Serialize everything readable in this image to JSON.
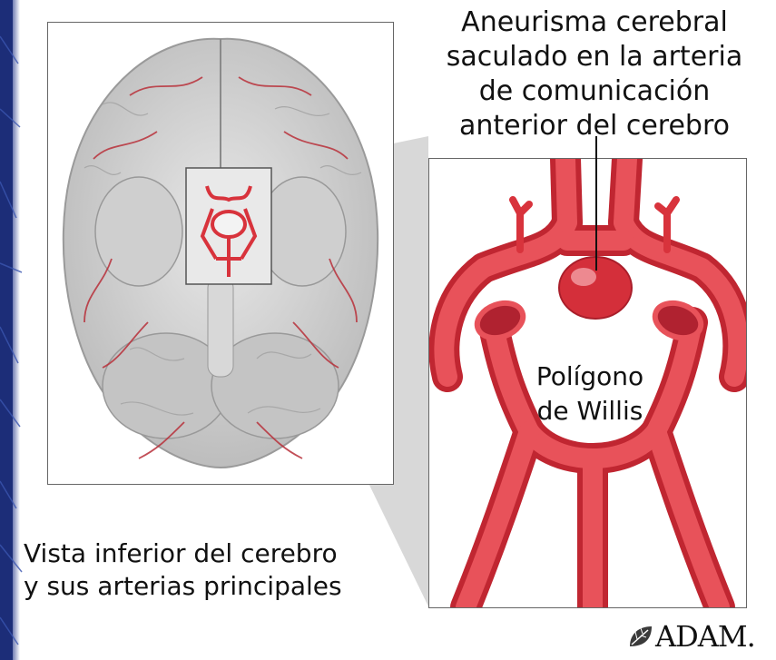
{
  "headline": {
    "line1": "Aneurisma cerebral",
    "line2": "saculado en la arteria",
    "line3": "de comunicación",
    "line4": "anterior del cerebro"
  },
  "willis_label": {
    "line1": "Polígono",
    "line2": "de Willis"
  },
  "brain_caption": {
    "line1": "Vista inferior del cerebro",
    "line2": "y sus arterias principales"
  },
  "logo": {
    "text": "ADAM.",
    "icon": "leaf-icon"
  },
  "colors": {
    "background_left": "#1c2d78",
    "artery_red": "#d8333c",
    "artery_highlight": "#f07a80",
    "brain_gray": "#d4d4d4",
    "text": "#111111"
  }
}
